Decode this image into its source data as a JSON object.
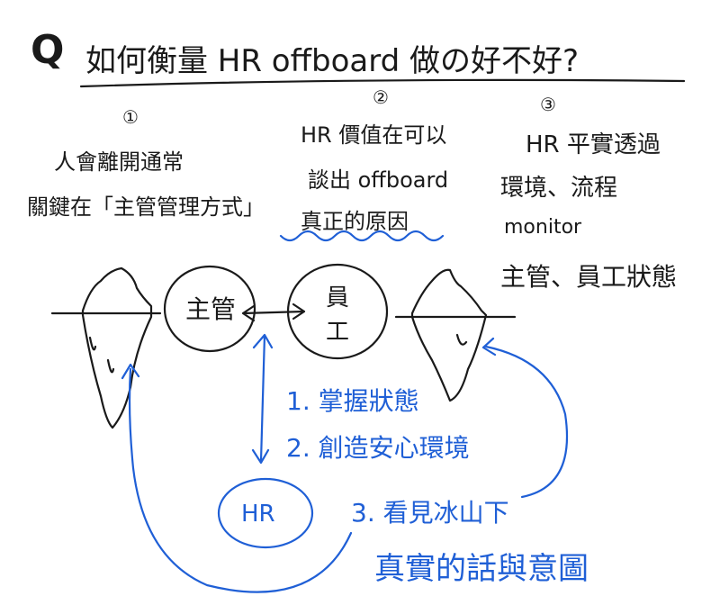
{
  "colors": {
    "ink": "#1a1a1a",
    "blue": "#1f5fd6",
    "background": "#ffffff"
  },
  "title": {
    "prefix": "Q",
    "text": "如何衡量 HR offboard 做の好不好?"
  },
  "point1": {
    "num": "①",
    "line1": "人會離開通常",
    "line2": "關鍵在「主管管理方式」"
  },
  "point2": {
    "num": "②",
    "line1": "HR 價值在可以",
    "line2": "談出 offboard",
    "line3": "真正的原因"
  },
  "point3": {
    "num": "③",
    "line1": "HR 平實透過",
    "line2": "環境、流程",
    "line3": "monitor",
    "line4": "主管、員工狀態"
  },
  "diagram": {
    "manager": "主管",
    "employee_top": "員",
    "employee_bottom": "工",
    "hr": "HR"
  },
  "actions": [
    "1. 掌握狀態",
    "2. 創造安心環境",
    "3. 看見冰山下",
    "真實的話與意圖"
  ]
}
